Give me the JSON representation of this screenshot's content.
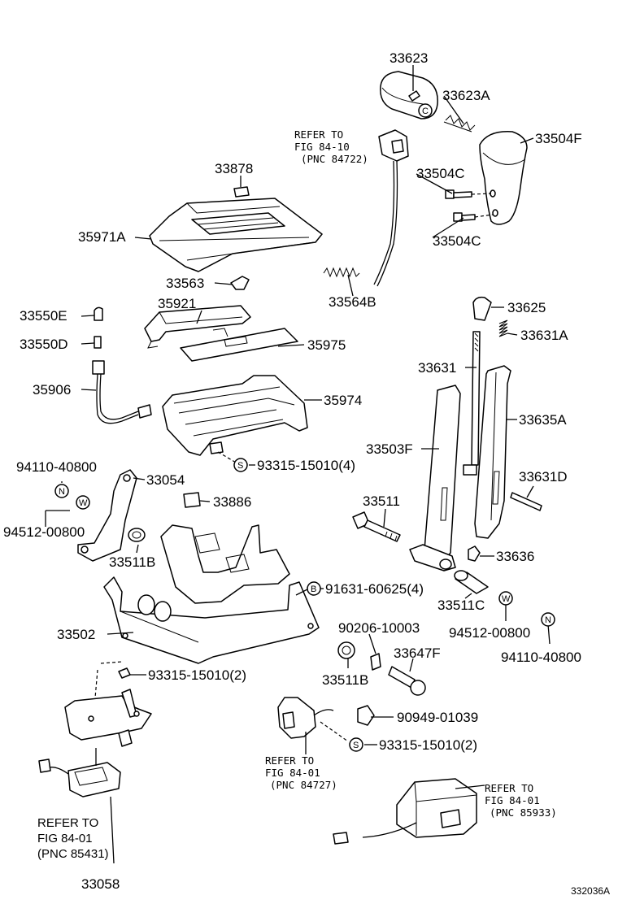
{
  "diagram_id": "332036A",
  "parts": {
    "p33623": "33623",
    "p33623A": "33623A",
    "p33504F": "33504F",
    "p33504C_top": "33504C",
    "p33504C_bot": "33504C",
    "p33878": "33878",
    "p35971A": "35971A",
    "p33563": "33563",
    "p33564B": "33564B",
    "p33550E": "33550E",
    "p35921": "35921",
    "p33550D": "33550D",
    "p35975": "35975",
    "p35906": "35906",
    "p35974": "35974",
    "p33625": "33625",
    "p33631A": "33631A",
    "p33631": "33631",
    "p33635A": "33635A",
    "p33503F": "33503F",
    "p93315_a": "93315-15010(4)",
    "p94110_a": "94110-40800",
    "p33054": "33054",
    "p33886": "33886",
    "p94512_a": "94512-00800",
    "p33511B_a": "33511B",
    "p33511": "33511",
    "p33631D": "33631D",
    "p33636": "33636",
    "p91631": "91631-60625(4)",
    "p33511C": "33511C",
    "p94512_b": "94512-00800",
    "p94110_b": "94110-40800",
    "p33502": "33502",
    "p90206": "90206-10003",
    "p33647F": "33647F",
    "p33511B_b": "33511B",
    "p93315_b": "93315-15010(2)",
    "p90949": "90949-01039",
    "p93315_c": "93315-15010(2)",
    "p33058": "33058"
  },
  "symbols": {
    "c": "C",
    "s": "S",
    "n": "N",
    "w": "W",
    "b": "B"
  },
  "refer_blocks": {
    "ref_8410": {
      "line1": "REFER TO",
      "line2": "FIG 84-10",
      "line3": "(PNC 84722)"
    },
    "ref_8401_mid": {
      "line1": "REFER TO",
      "line2": "FIG 84-01",
      "line3": "(PNC 84727)"
    },
    "ref_8401_right": {
      "line1": "REFER TO",
      "line2": "FIG 84-01",
      "line3": "(PNC 85933)"
    },
    "ref_8401_left": {
      "line1": "REFER TO",
      "line2": "FIG 84-01",
      "line3": "(PNC 85431)"
    }
  }
}
